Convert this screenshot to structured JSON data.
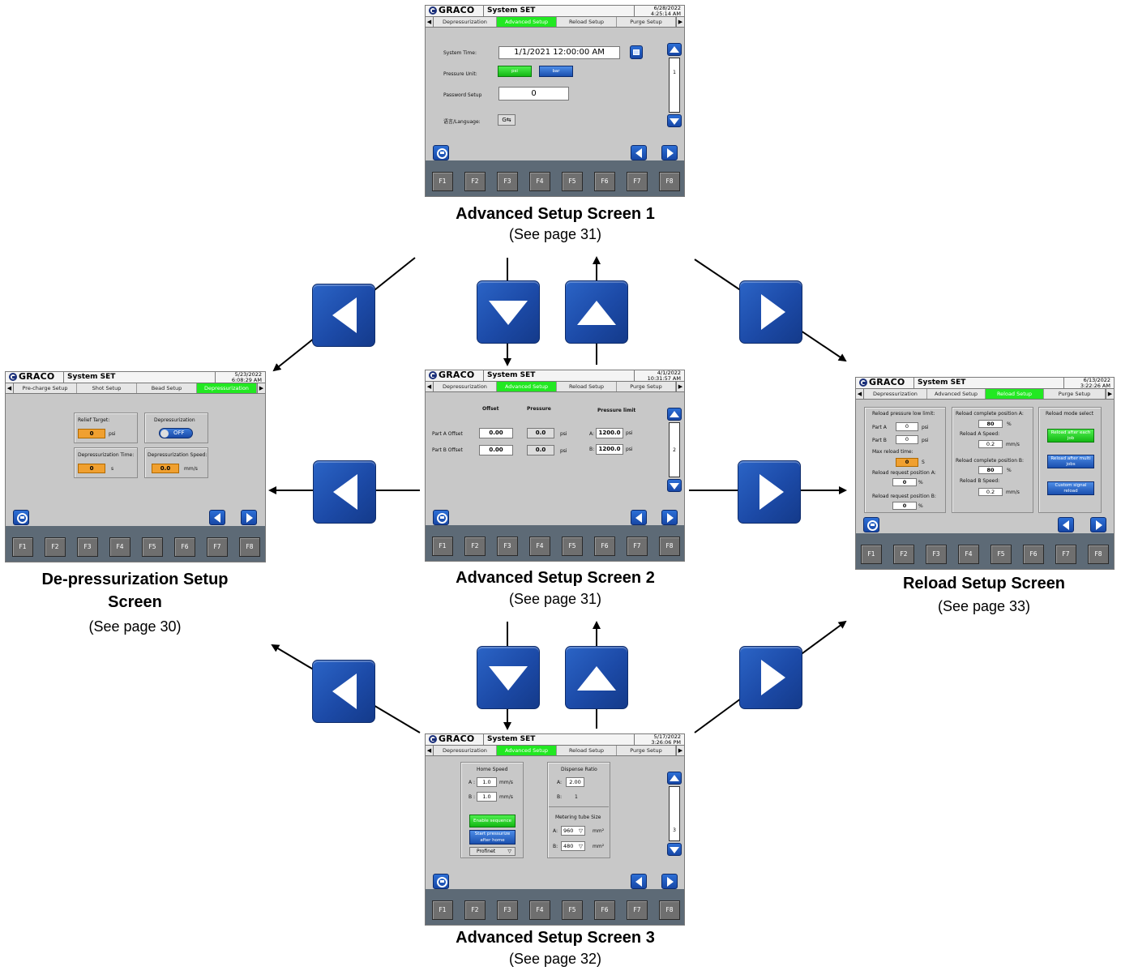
{
  "common": {
    "logo": "GRACO",
    "system_title": "System SET",
    "fkeys": [
      "F1",
      "F2",
      "F3",
      "F4",
      "F5",
      "F6",
      "F7",
      "F8"
    ]
  },
  "screen1": {
    "date": "6/28/2022",
    "time": "4:25:14 AM",
    "tabs": [
      "Depressurization",
      "Advanced Setup",
      "Reload Setup",
      "Purge Setup"
    ],
    "active_tab": 1,
    "system_time_label": "System Time:",
    "system_time_value": "1/1/2021 12:00:00 AM",
    "pressure_unit_label": "Pressure Unit:",
    "unit_psi": "psi",
    "unit_bar": "bar",
    "password_label": "Password Setup",
    "password_value": "0",
    "language_label": "语言/Language:",
    "scroll_page": "1",
    "caption_title": "Advanced Setup Screen 1",
    "caption_sub": "(See page 31)"
  },
  "screen2": {
    "date": "4/1/2022",
    "time": "10:31:57 AM",
    "tabs": [
      "Depressurization",
      "Advanced Setup",
      "Reload Setup",
      "Purge Setup"
    ],
    "active_tab": 1,
    "col_offset": "Offset",
    "col_pressure": "Pressure",
    "col_limit": "Pressure limit",
    "part_a_label": "Part A Offset",
    "part_b_label": "Part B Offset",
    "part_a_offset": "0.00",
    "part_b_offset": "0.00",
    "part_a_pressure": "0.0",
    "part_b_pressure": "0.0",
    "unit": "psi",
    "limit_a_prefix": "A:",
    "limit_b_prefix": "B:",
    "limit_a": "1200.0",
    "limit_b": "1200.0",
    "scroll_page": "2",
    "caption_title": "Advanced Setup Screen 2",
    "caption_sub": "(See page 31)"
  },
  "screen3": {
    "date": "5/17/2022",
    "time": "3:26:06 PM",
    "tabs": [
      "Depressurization",
      "Advanced Setup",
      "Reload Setup",
      "Purge Setup"
    ],
    "active_tab": 1,
    "home_speed_label": "Home Speed",
    "a_prefix": "A :",
    "b_prefix": "B :",
    "home_a": "1.0",
    "home_b": "1.0",
    "speed_unit": "mm/s",
    "enable_sequence": "Enable sequence",
    "start_pressurize": "Start pressurize after home",
    "profinet": "Profinet",
    "dispense_ratio_label": "Dispense Ratio",
    "ratio_a_prefix": "A:",
    "ratio_b_prefix": "B:",
    "ratio_a": "2.00",
    "ratio_b": "1",
    "metering_label": "Metering tube Size",
    "tube_a": "960",
    "tube_b": "480",
    "tube_unit": "mm²",
    "scroll_page": "3",
    "caption_title": "Advanced Setup Screen 3",
    "caption_sub": "(See page 32)"
  },
  "depress": {
    "date": "5/23/2022",
    "time": "6:08:29 AM",
    "tabs": [
      "Pre-charge Setup",
      "Shot Setup",
      "Bead Setup",
      "Depressurization"
    ],
    "active_tab": 3,
    "relief_label": "Relief Target:",
    "relief_value": "0",
    "relief_unit": "psi",
    "depress_label": "Depressurization",
    "toggle_state": "OFF",
    "time_label": "Depressurization Time:",
    "time_value": "0",
    "time_unit": "s",
    "speed_label": "Depressurization Speed:",
    "speed_value": "0.0",
    "speed_unit": "mm/s",
    "caption_title_1": "De-pressurization Setup",
    "caption_title_2": "Screen",
    "caption_sub": "(See page 30)"
  },
  "reload": {
    "date": "6/13/2022",
    "time": "3:22:26 AM",
    "tabs": [
      "Depressurization",
      "Advanced Setup",
      "Reload Setup",
      "Purge Setup"
    ],
    "active_tab": 2,
    "low_limit_label": "Reload pressure low limit:",
    "part_a_label": "Part A",
    "part_b_label": "Part B",
    "part_a_value": "0",
    "part_b_value": "0",
    "psi": "psi",
    "max_time_label": "Max reload time:",
    "max_time_value": "0",
    "max_time_unit": "S",
    "req_a_label": "Reload request position A:",
    "req_a_value": "0",
    "req_b_label": "Reload request position B:",
    "req_b_value": "0",
    "percent": "%",
    "complete_a_label": "Reload complete position A:",
    "complete_a_value": "80",
    "speed_a_label": "Reload A Speed:",
    "speed_a_value": "0.2",
    "complete_b_label": "Reload complete position B:",
    "complete_b_value": "80",
    "speed_b_label": "Reload B Speed:",
    "speed_b_value": "0.2",
    "mms": "mm/s",
    "mode_label": "Reload mode select",
    "mode_1": "Reload after each job",
    "mode_2": "Reload after multi jobs",
    "mode_3": "Custom signal reload",
    "caption_title": "Reload Setup Screen",
    "caption_sub": "(See page 33)"
  },
  "colors": {
    "button_blue": "#1c4aa7",
    "tab_active_green": "#22e822",
    "screen_gray": "#c8c8c8",
    "value_orange": "#f0a030"
  }
}
